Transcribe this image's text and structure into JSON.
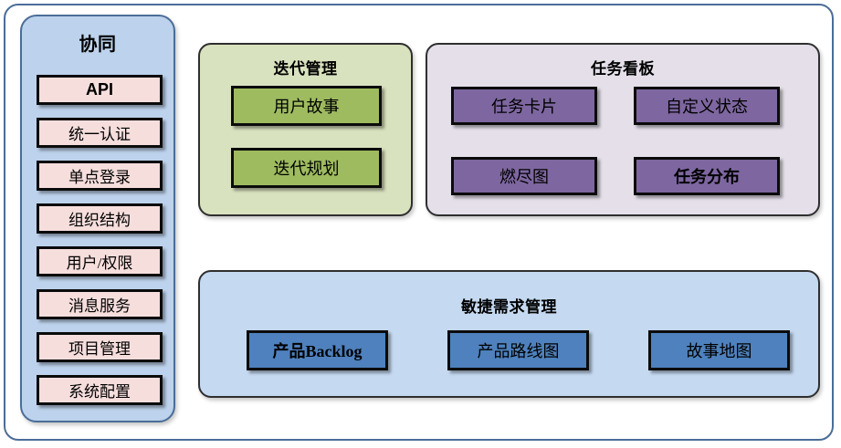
{
  "diagram": {
    "collaboration": {
      "title": "协同",
      "panel_color": "#bdd2ec",
      "item_color": "#f6dedd",
      "items": [
        {
          "label": "API"
        },
        {
          "label": "统一认证"
        },
        {
          "label": "单点登录"
        },
        {
          "label": "组织结构"
        },
        {
          "label": "用户/权限"
        },
        {
          "label": "消息服务"
        },
        {
          "label": "项目管理"
        },
        {
          "label": "系统配置"
        }
      ]
    },
    "iteration": {
      "title": "迭代管理",
      "panel_color": "#d9e2bf",
      "item_color": "#9ebb5f",
      "items": [
        {
          "label": "用户故事"
        },
        {
          "label": "迭代规划"
        }
      ]
    },
    "taskboard": {
      "title": "任务看板",
      "panel_color": "#e4dfe9",
      "item_color": "#7e67a0",
      "items": [
        {
          "label": "任务卡片"
        },
        {
          "label": "自定义状态"
        },
        {
          "label": "燃尽图"
        },
        {
          "label": "任务分布"
        }
      ]
    },
    "agile": {
      "title": "敏捷需求管理",
      "panel_color": "#c5d9f1",
      "item_color": "#4e81bd",
      "items": [
        {
          "label": "产品Backlog"
        },
        {
          "label": "产品路线图"
        },
        {
          "label": "故事地图"
        }
      ]
    }
  }
}
